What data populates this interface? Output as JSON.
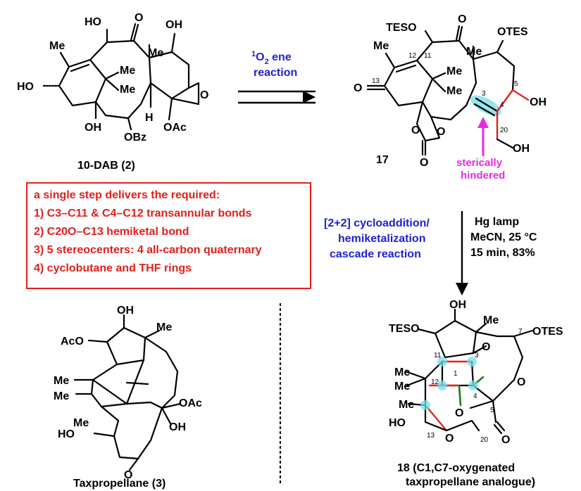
{
  "atoms": {
    "dab_HO_top": "HO",
    "dab_O_ketone": "O",
    "dab_OH_top": "OH",
    "dab_Me1": "Me",
    "dab_Me_b": "Me",
    "dab_Me_c": "Me",
    "dab_Me_d": "Me",
    "dab_HO_left": "HO",
    "dab_O_ox": "O",
    "dab_H": "H",
    "dab_OH_bottom": "OH",
    "dab_OBz": "OBz",
    "dab_OAc": "OAc",
    "s17_TESO": "TESO",
    "s17_O_ketone": "O",
    "s17_OTES": "OTES",
    "s17_Me1": "Me",
    "s17_Me2": "Me",
    "s17_Me3": "Me",
    "s17_Me4": "Me",
    "s17_O_enone": "O",
    "s17_OH5": "OH",
    "s17_OH20": "OH",
    "s17_O_c1": "O",
    "s17_O_c2": "O",
    "s17_O_c3": "O",
    "t3_OH": "OH",
    "t3_AcO": "AcO",
    "t3_Me1": "Me",
    "t3_Me2": "Me",
    "t3_Me3": "Me",
    "t3_Me4": "Me",
    "t3_OAc": "OAc",
    "t3_HO": "HO",
    "t3_OH2": "OH",
    "t3_O": "O",
    "s18_OH": "OH",
    "s18_TESO": "TESO",
    "s18_Me1": "Me",
    "s18_OTES": "OTES",
    "s18_Me2": "Me",
    "s18_Me3": "Me",
    "s18_Me4": "Me",
    "s18_HO": "HO",
    "s18_O1": "O",
    "s18_O2": "O",
    "s18_O3": "O",
    "s18_O4": "O",
    "s18_O5": "O"
  },
  "numbers": {
    "s17_n12": "12",
    "s17_n11": "11",
    "s17_n13": "13",
    "s17_n3": "3",
    "s17_n4": "4",
    "s17_n5": "5",
    "s17_n20": "20",
    "s18_n7": "7",
    "s18_n11": "11",
    "s18_n3": "3",
    "s18_n1": "1",
    "s18_n12": "12",
    "s18_n4": "4",
    "s18_n5": "5",
    "s18_n13": "13",
    "s18_n20": "20"
  },
  "captions": {
    "dab": "10-DAB (2)",
    "s17": "17",
    "taxpropellane": "Taxpropellane (3)",
    "s18_line1": "18 (C1,C7-oxygenated",
    "s18_line2": "taxpropellane analogue)"
  },
  "arrow1": {
    "superscript": "1",
    "o2": "O",
    "subscript": "2",
    "line1_rest": " ene",
    "line2": "reaction"
  },
  "arrow2": {
    "left_line1": "[2+2] cycloaddition/",
    "left_line2": "hemiketalization",
    "left_line3": "cascade reaction",
    "right_line1": "Hg lamp",
    "right_line2": "MeCN, 25 °C",
    "right_line3": "15 min, 83%"
  },
  "annotation": {
    "line1": "sterically",
    "line2": "hindered"
  },
  "notes": {
    "header": "a single step delivers the required:",
    "items": [
      "1) C3–C11 & C4–C12  transannular bonds",
      "2) C20O–C13 hemiketal bond",
      "3) 5 stereocenters: 4 all-carbon quaternary",
      "4) cyclobutane and THF rings"
    ]
  },
  "colors": {
    "red": "#e0201c",
    "blue": "#1f1fd6",
    "magenta": "#e62be6",
    "green": "#1e7a1e",
    "cyan": "#6fe0ea"
  }
}
